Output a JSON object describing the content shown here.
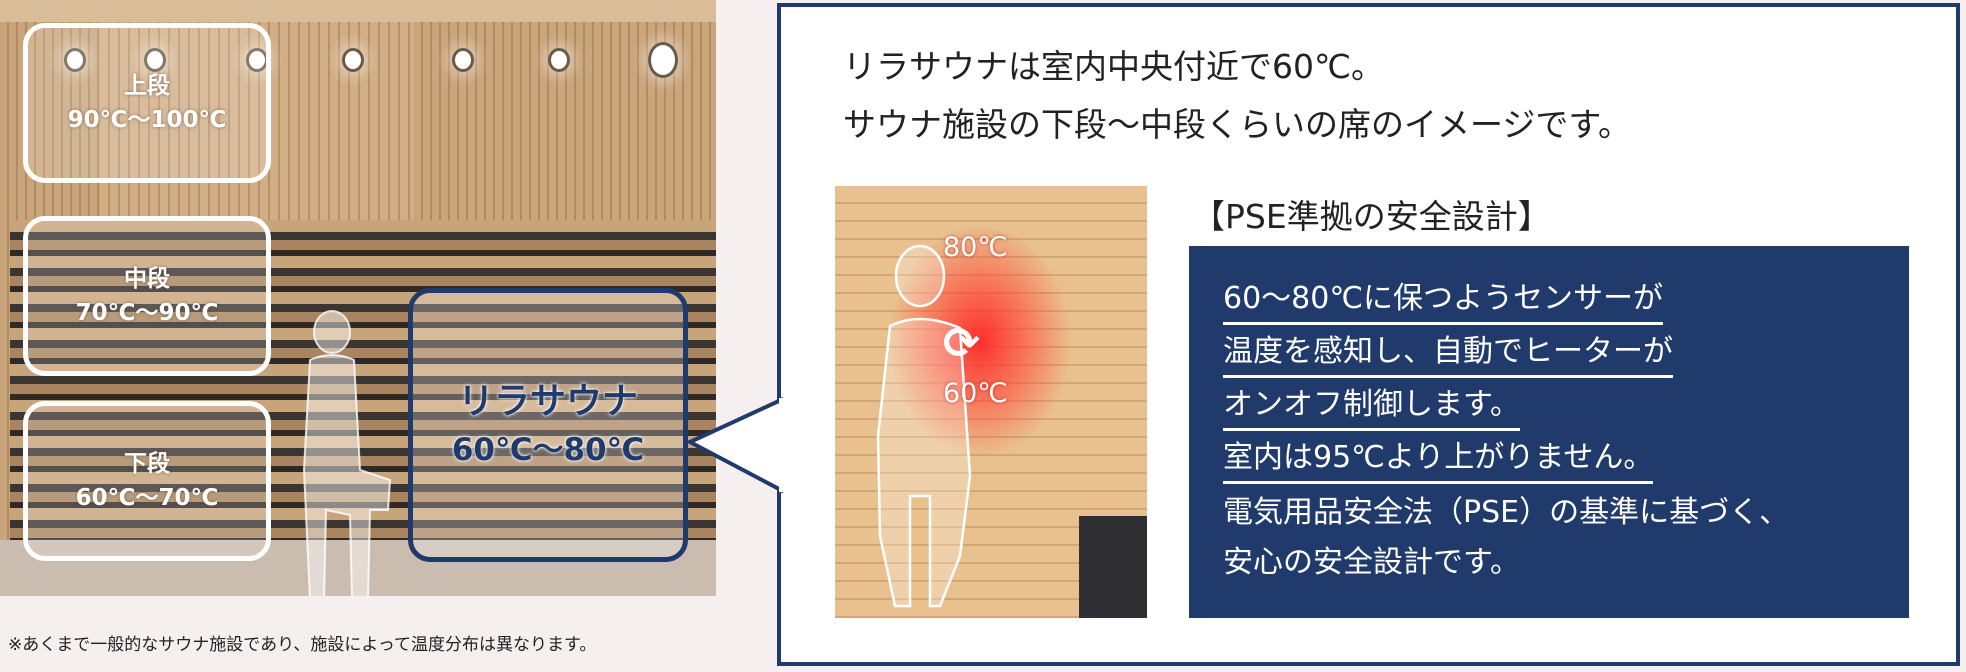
{
  "left_panel": {
    "zones": [
      {
        "name": "上段",
        "temp": "90℃～100℃"
      },
      {
        "name": "中段",
        "temp": "70℃～90℃"
      },
      {
        "name": "下段",
        "temp": "60℃～70℃"
      }
    ],
    "rira": {
      "name": "リラサウナ",
      "temp": "60℃～80℃"
    },
    "caption": "※あくまで一般的なサウナ施設であり、施設によって温度分布は異なります。"
  },
  "callout": {
    "lead": [
      "リラサウナは室内中央付近で60℃。",
      "サウナ施設の下段～中段くらいの席のイメージです。"
    ],
    "photo": {
      "temp_high": "80℃",
      "temp_low": "60℃"
    },
    "pse_heading": "【PSE準拠の安全設計】",
    "pse_lines": [
      "60～80℃に保つようセンサーが",
      "温度を感知し、自動でヒーターが",
      "オンオフ制御します。",
      "室内は95℃より上がりません。",
      "電気用品安全法（PSE）の基準に基づく、",
      "安心の安全設計です。"
    ]
  },
  "colors": {
    "navy": "#1f3a6b",
    "glow": "#ff2a2a"
  }
}
